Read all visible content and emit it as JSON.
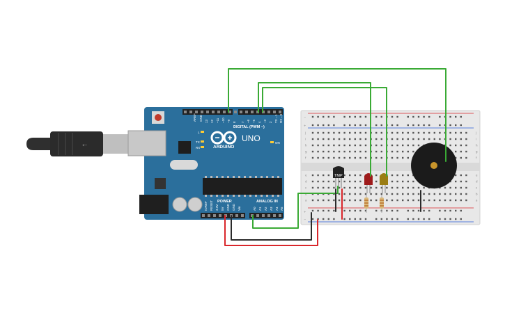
{
  "board": {
    "brand": "ARDUINO",
    "model": "UNO",
    "digital_header": "DIGITAL (PWM ~)",
    "power_header": "POWER",
    "analog_header": "ANALOG IN",
    "led_l": "L",
    "led_tx": "TX",
    "led_rx": "RX",
    "led_on": "ON",
    "aref": "AREF",
    "gnd": "GND",
    "digital_pins": [
      "13",
      "12",
      "~11",
      "~10",
      "~9",
      "8",
      "7",
      "~6",
      "~5",
      "4",
      "~3",
      "2",
      "TX→1",
      "RX←0"
    ],
    "power_pins": [
      "IOREF",
      "RESET",
      "3.3V",
      "5V",
      "GND",
      "GND",
      "Vin"
    ],
    "analog_pins": [
      "A0",
      "A1",
      "A2",
      "A3",
      "A4",
      "A5"
    ]
  },
  "components": {
    "sensor_label": "TMP"
  },
  "breadboard": {
    "rail_plus": "+",
    "rail_minus": "−",
    "row_letters_top": [
      "j",
      "i",
      "h",
      "g",
      "f"
    ],
    "row_letters_bottom": [
      "e",
      "d",
      "c",
      "b",
      "a"
    ]
  },
  "colors": {
    "board_blue": "#2b6f9c",
    "wire_green": "#3aaa35",
    "wire_red": "#d9262b",
    "wire_black": "#2a2a2a",
    "led_red": "#9e1b1b",
    "led_yellow": "#9a7d14"
  }
}
